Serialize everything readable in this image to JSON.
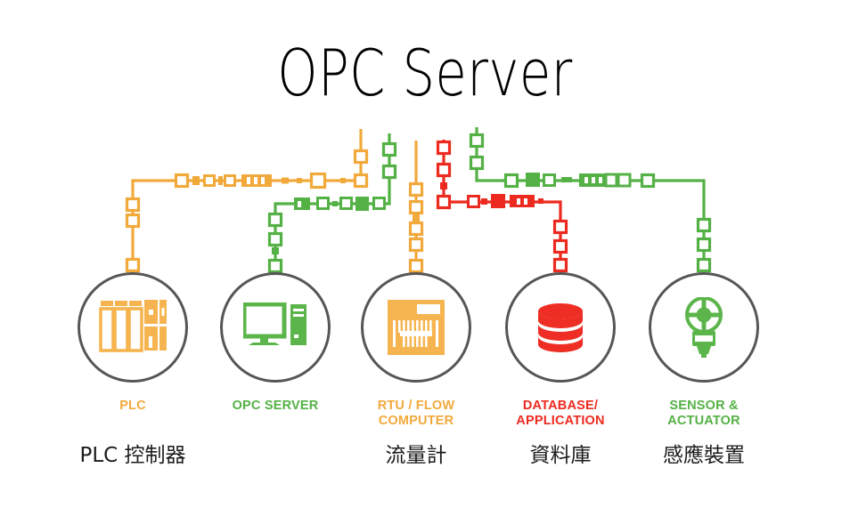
{
  "page": {
    "title": "OPC Server",
    "background_color": "#ffffff"
  },
  "colors": {
    "orange": "#F2A93B",
    "green": "#54B145",
    "red": "#ED2A1F",
    "circle_stroke": "#565656",
    "text": "#1b1b1b"
  },
  "nodes": [
    {
      "id": "plc",
      "icon": "plc-rack-icon",
      "label": "PLC",
      "label_color": "orange",
      "zh_label": "PLC 控制器"
    },
    {
      "id": "opc-server",
      "icon": "desktop-computer-icon",
      "label": "OPC SERVER",
      "label_color": "green",
      "zh_label": ""
    },
    {
      "id": "rtu-flow-computer",
      "icon": "terminal-block-icon",
      "label": "RTU / FLOW COMPUTER",
      "label_line1": "RTU / FLOW",
      "label_line2": "COMPUTER",
      "label_color": "orange",
      "zh_label": "流量計"
    },
    {
      "id": "database-application",
      "icon": "database-cylinder-icon",
      "label": "DATABASE/APPLICATION",
      "label_line1": "DATABASE/",
      "label_line2": "APPLICATION",
      "label_color": "red",
      "zh_label": "資料庫"
    },
    {
      "id": "sensor-actuator",
      "icon": "sensor-valve-icon",
      "label": "SENSOR & ACTUATOR",
      "label_line1": "SENSOR &",
      "label_line2": "ACTUATOR",
      "label_color": "green",
      "zh_label": "感應裝置"
    }
  ],
  "connections": [
    {
      "name": "plc-uplink",
      "color": "orange",
      "description": "PLC rises to bus, runs right, turns up past title"
    },
    {
      "name": "opc-server-uplink",
      "color": "green",
      "description": "OPC Server rises to green bus, runs right, turns up"
    },
    {
      "name": "rtu-uplink",
      "color": "orange",
      "description": "RTU / Flow computer vertical riser"
    },
    {
      "name": "database-uplink",
      "color": "red",
      "description": "Database rises, runs left, turns up"
    },
    {
      "name": "sensor-uplink",
      "color": "green",
      "description": "Sensor rises, runs left along upper green bus, turns up"
    }
  ]
}
